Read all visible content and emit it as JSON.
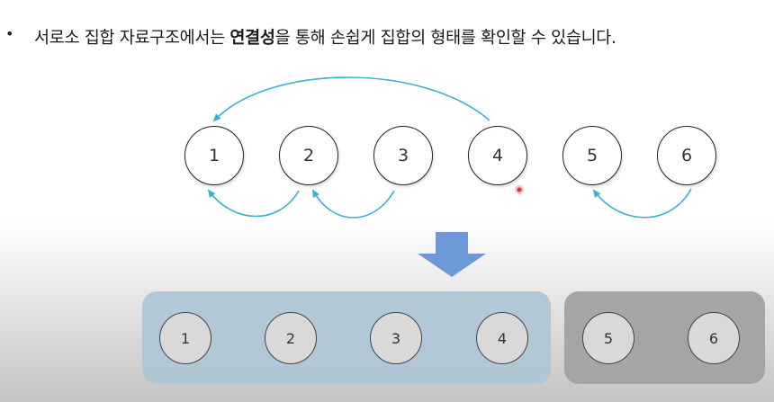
{
  "header": {
    "bullet": "•",
    "text_before": "서로소 집합 자료구조에서는 ",
    "text_bold": "연결성",
    "text_after": "을 통해 손쉽게 집합의 형태를 확인할 수 있습니다."
  },
  "nodes": [
    "1",
    "2",
    "3",
    "4",
    "5",
    "6"
  ],
  "sets": [
    {
      "members": [
        "1",
        "2",
        "3",
        "4"
      ]
    },
    {
      "members": [
        "5",
        "6"
      ]
    }
  ],
  "colors": {
    "arrow": "#3ab0cf",
    "down_arrow": "#6d9ad6",
    "set_blue": "#aec5d6",
    "set_gray": "#a5a5a5",
    "cursor": "#e0303a"
  }
}
